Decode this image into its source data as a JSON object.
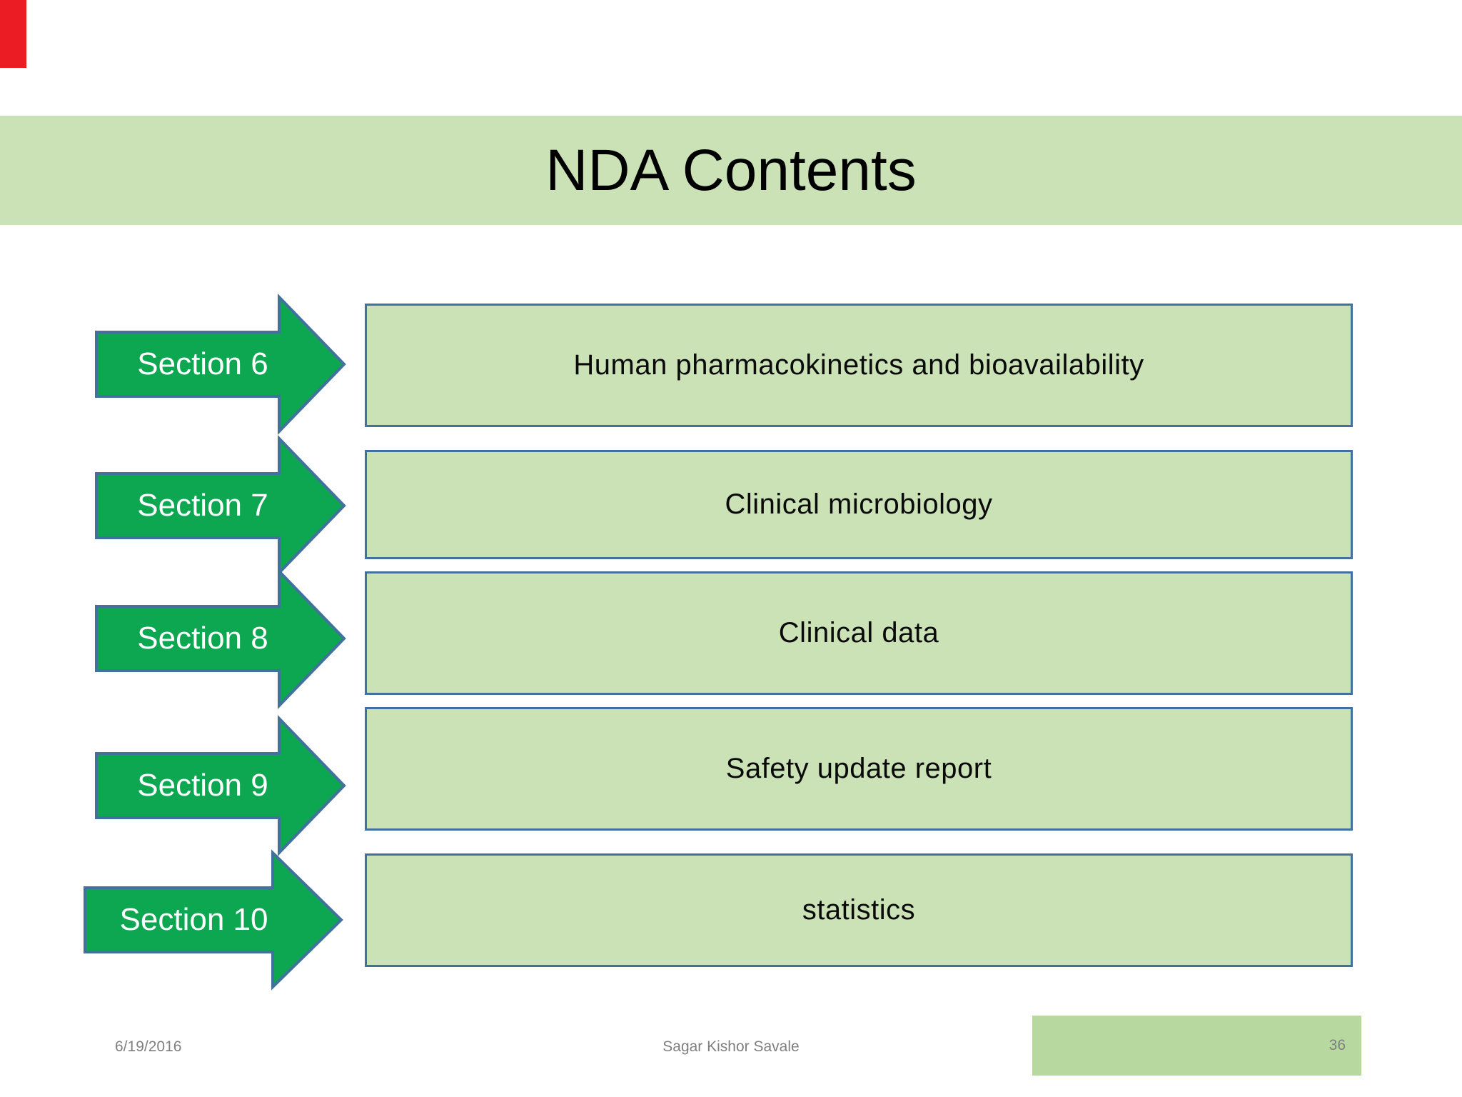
{
  "slide": {
    "title": "NDA Contents"
  },
  "rows": [
    {
      "section": "Section 6",
      "content": "Human pharmacokinetics and bioavailability"
    },
    {
      "section": "Section 7",
      "content": "Clinical microbiology"
    },
    {
      "section": "Section 8",
      "content": "Clinical data"
    },
    {
      "section": "Section 9",
      "content": "Safety update report"
    },
    {
      "section": "Section 10",
      "content": "statistics"
    }
  ],
  "footer": {
    "date": "6/19/2016",
    "author": "Sagar Kishor Savale",
    "page": "36"
  },
  "colors": {
    "arrow_fill": "#0ca750",
    "shape_border": "#41719c",
    "box_fill": "#cbe2b6",
    "band_fill": "#cbe2b6",
    "footer_box_fill": "#b7d9a0",
    "footer_text": "#7f7f7f",
    "red_marker": "#ec1c24"
  }
}
